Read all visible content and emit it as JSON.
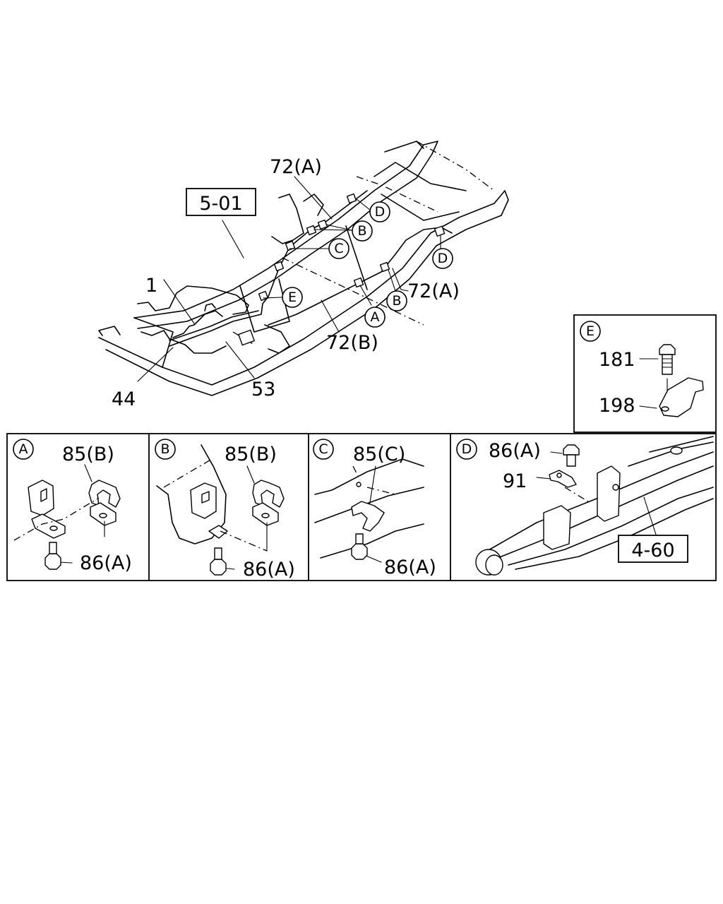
{
  "main": {
    "ref_boxes": {
      "frame": "5-01",
      "leaf_spring": "4-60"
    },
    "labels": {
      "p1": "1",
      "p44": "44",
      "p53": "53",
      "p72a_top": "72(A)",
      "p72a_right": "72(A)",
      "p72b": "72(B)"
    },
    "callouts": {
      "d_top": "D",
      "b_top": "B",
      "c_main": "C",
      "e_main": "E",
      "d_right": "D",
      "b_low": "B",
      "a_low": "A"
    }
  },
  "detail_e": {
    "letter": "E",
    "part_181": "181",
    "part_198": "198"
  },
  "detail_a": {
    "letter": "A",
    "part_85": "85(B)",
    "part_86": "86(A)"
  },
  "detail_b": {
    "letter": "B",
    "part_85": "85(B)",
    "part_86": "86(A)"
  },
  "detail_c": {
    "letter": "C",
    "part_85": "85(C)",
    "part_86": "86(A)"
  },
  "detail_d": {
    "letter": "D",
    "part_86": "86(A)",
    "part_91": "91"
  }
}
